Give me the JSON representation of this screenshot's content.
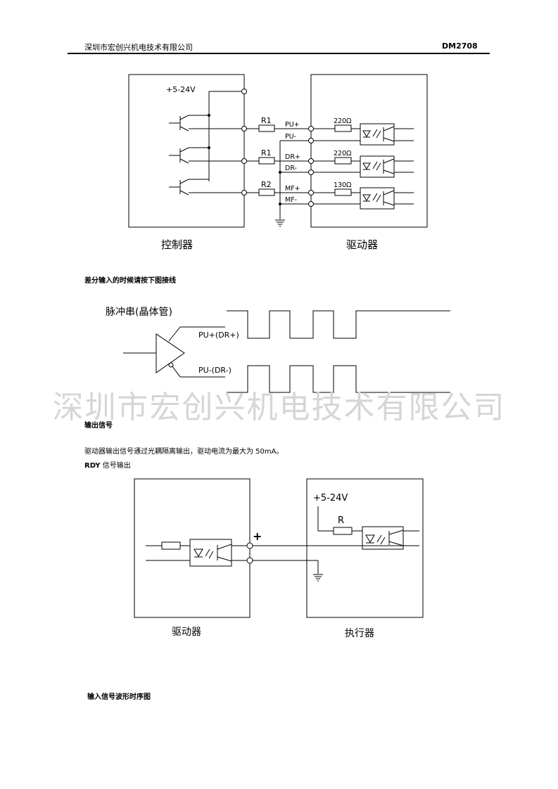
{
  "header": {
    "company": "深圳市宏创兴机电技术有限公司",
    "model": "DM2708"
  },
  "fig1": {
    "supply": "+5-24V",
    "r1_top": "R1",
    "r1_mid": "R1",
    "r2": "R2",
    "pu_plus": "PU+",
    "pu_minus": "PU-",
    "dr_plus": "DR+",
    "dr_minus": "DR-",
    "mf_plus": "MF+",
    "mf_minus": "MF-",
    "res_1": "220Ω",
    "res_2": "220Ω",
    "res_3": "130Ω",
    "controller_caption": "控制器",
    "driver_caption": "驱动器"
  },
  "section_diff": {
    "title": "差分输入的时候请按下图接线"
  },
  "fig2": {
    "pulse_title": "脉冲串(晶体管)",
    "pu_plus_label": "PU+(DR+)",
    "pu_minus_label": "PU-(DR-)"
  },
  "watermark": "深圳市宏创兴机电技术有限公司",
  "section_output": {
    "title": "输出信号",
    "desc": "驱动器输出信号通过光耦隔离输出，驱动电流为最大为 50mA。",
    "rdy_bold": "RDY",
    "rdy_rest": " 信号输出"
  },
  "fig3": {
    "supply": "+5-24V",
    "resistor": "R",
    "plus_sign": "+",
    "driver_caption": "驱动器",
    "executor_caption": "执行器"
  },
  "section_timing": {
    "title": "输入信号波形时序图"
  }
}
